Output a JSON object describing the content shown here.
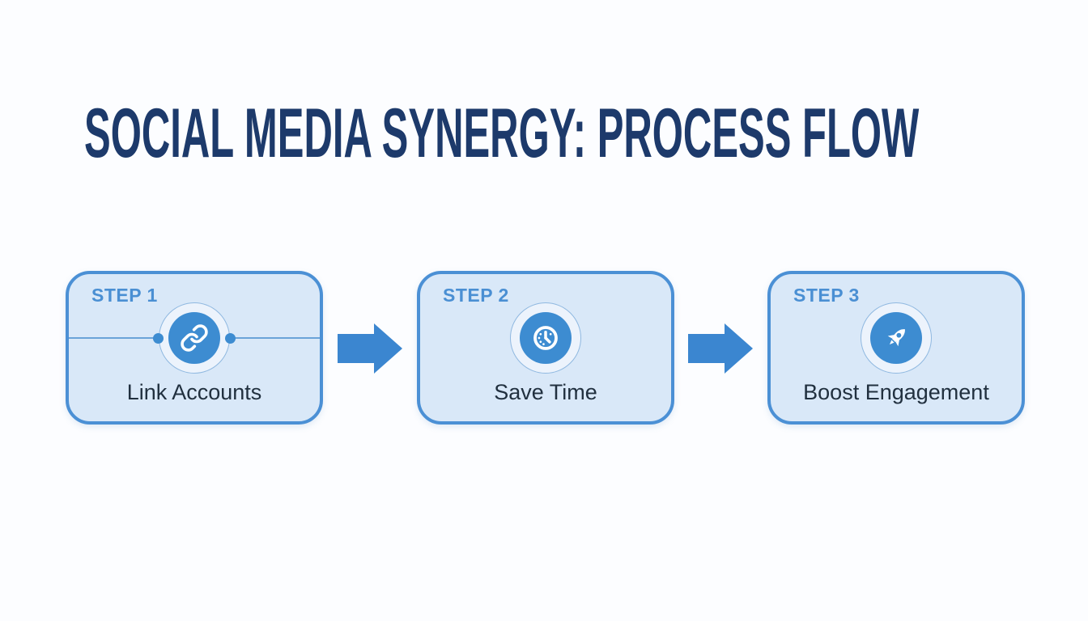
{
  "title": "SOCIAL MEDIA SYNERGY: PROCESS FLOW",
  "steps": [
    {
      "step_label": "STEP 1",
      "name": "Link Accounts",
      "icon": "link-icon"
    },
    {
      "step_label": "STEP 2",
      "name": "Save Time",
      "icon": "clock-icon"
    },
    {
      "step_label": "STEP 3",
      "name": "Boost Engagement",
      "icon": "rocket-icon"
    }
  ],
  "colors": {
    "page_background": "#fcfdff",
    "title_text": "#1d3a6b",
    "card_background": "#d9e8f8",
    "card_border": "#4b90d5",
    "step_label": "#4a8fd3",
    "icon_circle": "#3d8cd1",
    "arrow": "#3b86d0",
    "step_name_text": "#21303f"
  }
}
